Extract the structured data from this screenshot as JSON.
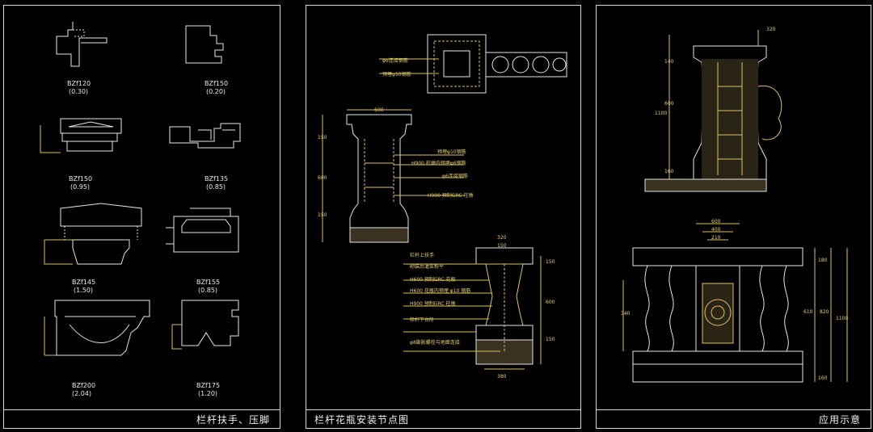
{
  "panels": {
    "left": {
      "title": "栏杆扶手、压脚",
      "profiles": [
        {
          "code": "BZf120",
          "scale": "(0.30)"
        },
        {
          "code": "BZf150",
          "scale": "(0.20)"
        },
        {
          "code": "BZf150",
          "scale": "(0.95)"
        },
        {
          "code": "BZf135",
          "scale": "(0.85)"
        },
        {
          "code": "BZf145",
          "scale": "(1.50)"
        },
        {
          "code": "BZf155",
          "scale": "(0.85)"
        },
        {
          "code": "BZf200",
          "scale": "(2.04)"
        },
        {
          "code": "BZf175",
          "scale": "(1.20)"
        }
      ]
    },
    "middle": {
      "title": "栏杆花瓶安装节点图",
      "plan_notes": [
        "φ6连接钢筋",
        "预埋φ10钢筋"
      ],
      "column_notes": [
        "预埋φ10钢筋",
        "H900 柱墩内预埋φ6钢筋",
        "φ6连接钢筋",
        "H900 预制GRC 柱墩"
      ],
      "column_dims": [
        "600",
        "150",
        "600",
        "150"
      ],
      "vase_notes": [
        "栏杆上扶手",
        "砌装后灌浆粉平",
        "H600 预制GRC 花瓶",
        "H600 花瓶内预埋 φ10 钢筋",
        "H900 预制GRC 柱墩",
        "栏杆下台阶",
        "φ8膨胀螺栓与地面连接"
      ],
      "vase_dims": [
        "320",
        "150",
        "150",
        "600",
        "150",
        "380"
      ]
    },
    "right": {
      "title": "应用示意",
      "section_dims": [
        "320",
        "140",
        "600",
        "1100",
        "160"
      ],
      "elevation_dims": [
        "600",
        "400",
        "210",
        "180",
        "340",
        "610",
        "820",
        "1100",
        "160"
      ]
    }
  },
  "colors": {
    "line": "#e6e6e6",
    "accent": "#e0c060",
    "fill": "#b89a3c"
  }
}
